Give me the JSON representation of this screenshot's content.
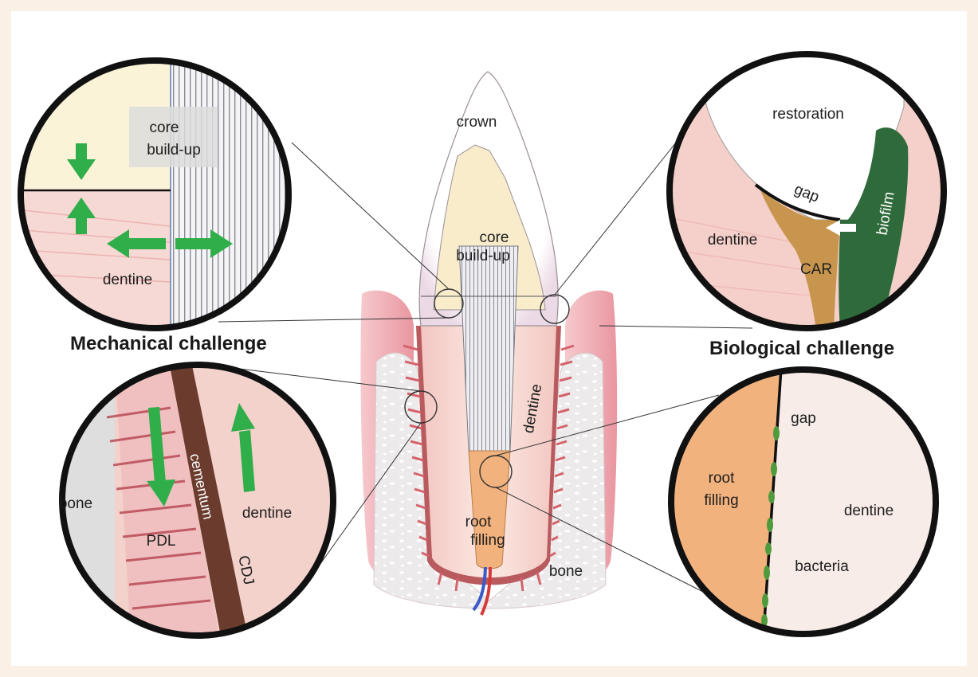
{
  "headings": {
    "mechanical": "Mechanical challenge",
    "biological": "Biological challenge"
  },
  "tooth": {
    "crown": "crown",
    "core_line1": "core",
    "core_line2": "build-up",
    "dentine": "dentine",
    "root_line1": "root",
    "root_line2": "filling",
    "bone": "bone"
  },
  "zoom_top_left": {
    "core_line1": "core",
    "core_line2": "build-up",
    "dentine": "dentine"
  },
  "zoom_top_right": {
    "restoration": "restoration",
    "gap": "gap",
    "dentine": "dentine",
    "car": "CAR",
    "biofilm": "biofilm"
  },
  "zoom_bottom_left": {
    "bone": "bone",
    "cementum": "cementum",
    "dentine": "dentine",
    "pdl": "PDL",
    "cdj": "CDJ"
  },
  "zoom_bottom_right": {
    "gap": "gap",
    "root_line1": "root",
    "root_line2": "filling",
    "dentine": "dentine",
    "bacteria": "bacteria"
  },
  "colors": {
    "background": "#fbf0e6",
    "arrow": "#2fae49",
    "root_filling": "#f2b27d",
    "core": "#f8eccb",
    "gum": "#f0b3b8",
    "biofilm": "#2f6b3a",
    "car": "#c8954e",
    "cementum": "#6b3c2e"
  }
}
